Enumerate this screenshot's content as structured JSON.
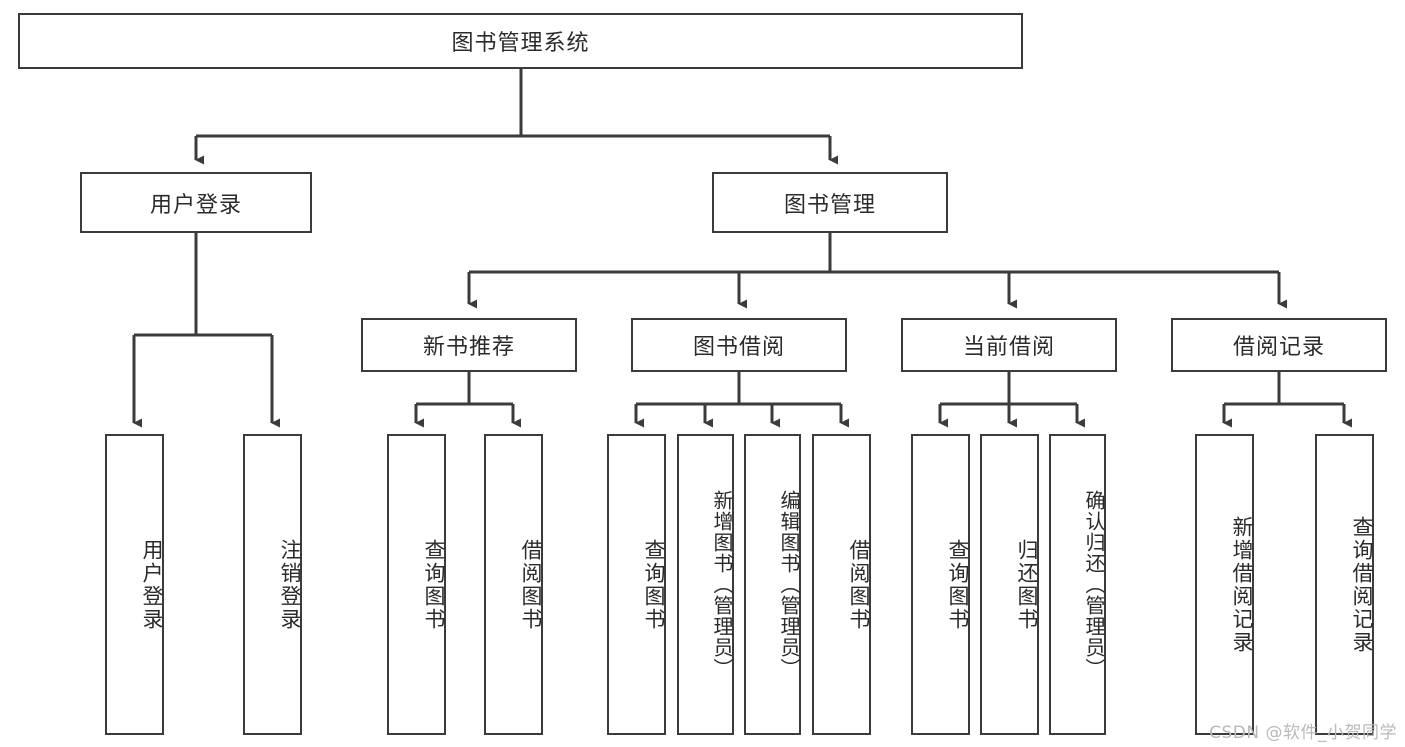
{
  "diagram": {
    "title": "图书管理系统",
    "type": "hierarchy-tree",
    "root": {
      "label": "图书管理系统"
    },
    "level1": [
      {
        "label": "用户登录"
      },
      {
        "label": "图书管理"
      }
    ],
    "level2": [
      {
        "label": "新书推荐"
      },
      {
        "label": "图书借阅"
      },
      {
        "label": "当前借阅"
      },
      {
        "label": "借阅记录"
      }
    ],
    "leaves": {
      "user_login": [
        {
          "label": "用户登录"
        },
        {
          "label": "注销登录"
        }
      ],
      "new_book_recommend": [
        {
          "label": "查询图书"
        },
        {
          "label": "借阅图书"
        }
      ],
      "book_borrow": [
        {
          "label": "查询图书"
        },
        {
          "label": "新增图书（管理员）"
        },
        {
          "label": "编辑图书（管理员）"
        },
        {
          "label": "借阅图书"
        }
      ],
      "current_borrow": [
        {
          "label": "查询图书"
        },
        {
          "label": "归还图书"
        },
        {
          "label": "确认归还（管理员）"
        }
      ],
      "borrow_record": [
        {
          "label": "新增借阅记录"
        },
        {
          "label": "查询借阅记录"
        }
      ]
    }
  },
  "watermark": {
    "text": "CSDN @软件_小贺同学"
  },
  "colors": {
    "line": "#3b3b3b",
    "box_border": "#3b3b3b",
    "box_fill": "#ffffff",
    "text": "#2b2b2b",
    "background": "#ffffff",
    "watermark": "#b9b9b9"
  }
}
